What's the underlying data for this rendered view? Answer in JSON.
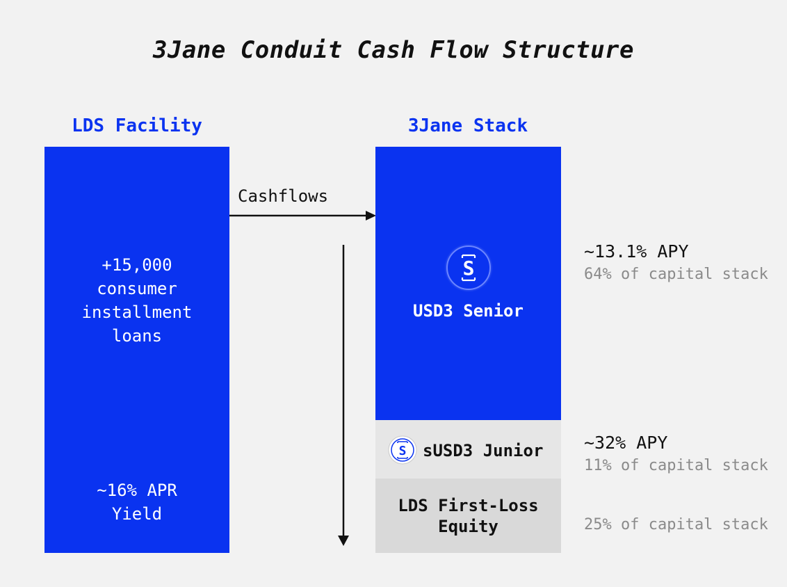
{
  "title": "3Jane Conduit Cash Flow Structure",
  "left_column": {
    "heading": "LDS Facility",
    "loans_lines": [
      "+15,000",
      "consumer",
      "installment",
      "loans"
    ],
    "yield_lines": [
      "~16% APR",
      "Yield"
    ]
  },
  "cashflow_label": "Cashflows",
  "right_column": {
    "heading": "3Jane Stack",
    "tranches": [
      {
        "name": "USD3 Senior",
        "apy": "~13.1% APY",
        "capital": "64% of capital stack",
        "share": 0.64
      },
      {
        "name": "sUSD3 Junior",
        "apy": "~32% APY",
        "capital": "11% of capital stack",
        "share": 0.11
      },
      {
        "name_lines": [
          "LDS First-Loss",
          "Equity"
        ],
        "capital": "25% of capital stack",
        "share": 0.25
      }
    ]
  },
  "colors": {
    "blue": "#0a33f0",
    "junior_bg": "#e6e6e6",
    "equity_bg": "#d9d9d9",
    "background": "#f2f2f2"
  },
  "icons": [
    "usd3-coin-icon",
    "susd3-coin-icon",
    "arrow-right-icon",
    "arrow-down-icon"
  ]
}
